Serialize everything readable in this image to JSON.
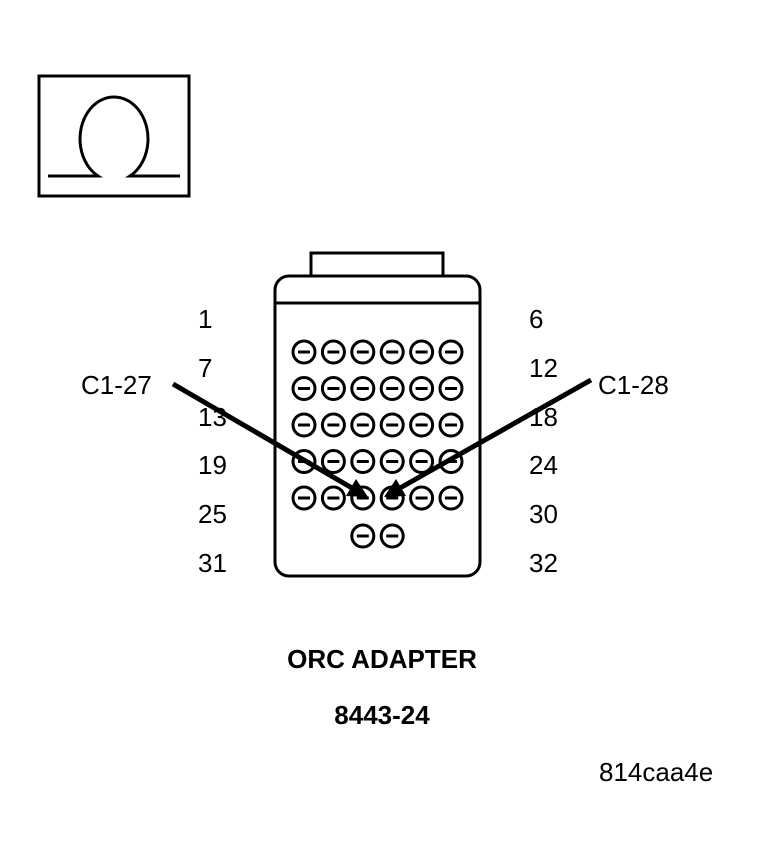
{
  "meter_symbol": {
    "icon": "ohm-symbol-icon"
  },
  "connector": {
    "left_numbers": [
      "1",
      "7",
      "13",
      "19",
      "25",
      "31"
    ],
    "right_numbers": [
      "6",
      "12",
      "18",
      "24",
      "30",
      "32"
    ],
    "pin_rows": [
      6,
      6,
      6,
      6,
      6,
      2
    ]
  },
  "probes": {
    "left_label": "C1-27",
    "right_label": "C1-28"
  },
  "caption": {
    "title": "ORC ADAPTER",
    "part_number": "8443-24"
  },
  "figure_code": "814caa4e"
}
